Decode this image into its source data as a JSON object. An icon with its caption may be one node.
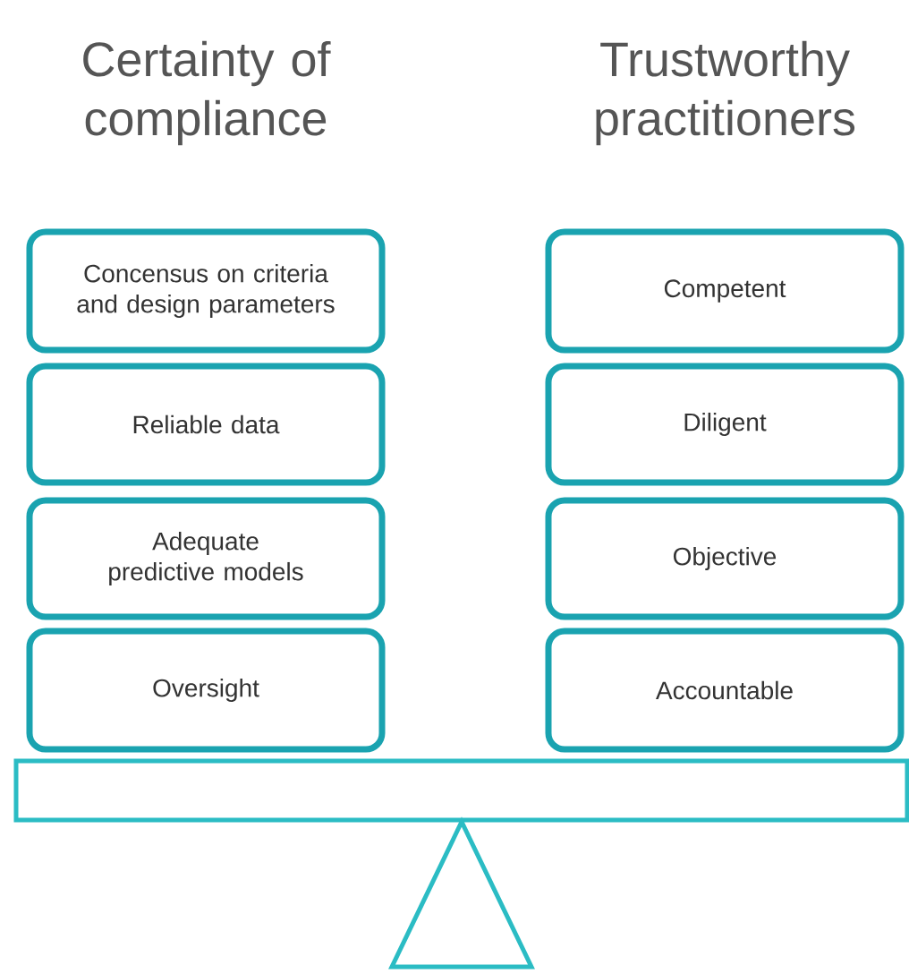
{
  "diagram": {
    "nodes": [
      {
        "text": [
          "Concensus on criteria and design parameters"
        ]
      },
      {
        "text": [
          "Reliable data"
        ]
      },
      {
        "text": [
          "Adequate predictive models"
        ]
      },
      {
        "text": [
          "Oversight"
        ]
      },
      {
        "text": [
          "Competent"
        ]
      },
      {
        "text": [
          "Diligent"
        ]
      },
      {
        "text": [
          "Objective"
        ]
      },
      {
        "text": [
          "Accountable"
        ]
      }
    ],
    "labels": [
      "Certainty of compliance",
      "Trustworthy practitioners"
    ]
  }
}
